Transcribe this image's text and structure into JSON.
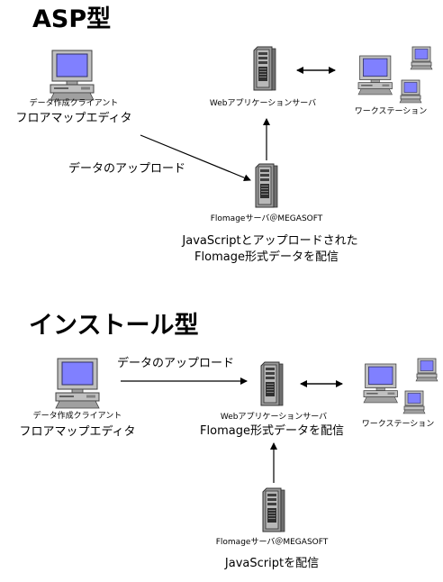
{
  "asp": {
    "title": "ASP型",
    "client_role": "データ作成クライアント",
    "client_app": "フロアマップエディタ",
    "upload_label": "データのアップロード",
    "web_server": "Webアプリケーションサーバ",
    "workstation": "ワークステーション",
    "flomage_server": "Flomageサーバ＠MEGASOFT",
    "deliver_line1": "JavaScriptとアップロードされた",
    "deliver_line2": "Flomage形式データを配信"
  },
  "install": {
    "title": "インストール型",
    "upload_label": "データのアップロード",
    "client_role": "データ作成クライアント",
    "client_app": "フロアマップエディタ",
    "web_server": "Webアプリケーションサーバ",
    "web_deliver": "Flomage形式データを配信",
    "workstation": "ワークステーション",
    "flomage_server": "Flomageサーバ＠MEGASOFT",
    "deliver": "JavaScriptを配信"
  },
  "colors": {
    "screen": "#8080ff",
    "case": "#c0c0c0",
    "dark": "#404040",
    "line": "#000000"
  },
  "icons": [
    "desktop-pc-icon",
    "tower-server-icon",
    "workstation-icon"
  ]
}
